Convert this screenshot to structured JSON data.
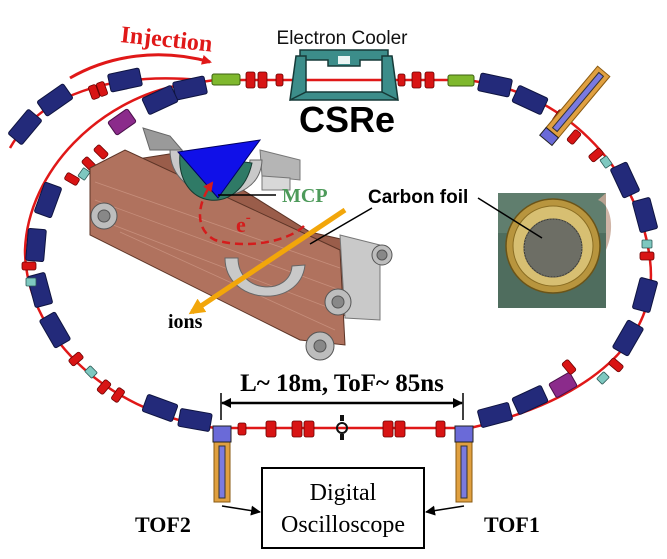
{
  "labels": {
    "injection": "Injection",
    "electron_cooler": "Electron Cooler",
    "ring_name": "CSRe",
    "mcp": "MCP",
    "electron": "e",
    "electron_charge": "-",
    "carbon_foil": "Carbon foil",
    "ions": "ions",
    "flight_path": "L~ 18m, ToF~ 85ns",
    "oscilloscope_line1": "Digital",
    "oscilloscope_line2": "Oscilloscope",
    "tof1": "TOF1",
    "tof2": "TOF2"
  },
  "colors": {
    "beam_line": "#e01818",
    "dipole": "#232a7a",
    "quadrupole": "#d81414",
    "sextupole": "#7ec8c0",
    "cooler": "#3c8d8a",
    "injection_arrow": "#e01818",
    "mcp_text": "#4d9a5a",
    "copper": "#b0725e",
    "mcp_triangle": "#1010e8",
    "mcp_plate": "#2f7a66",
    "ions_arrow": "#f2a60a",
    "detector_body": "#e0a040"
  }
}
